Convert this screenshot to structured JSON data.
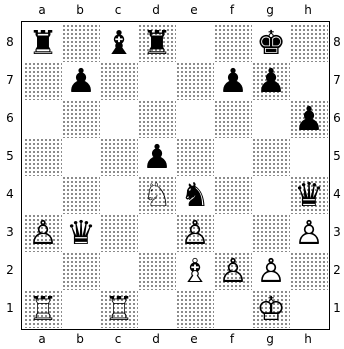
{
  "files": [
    "a",
    "b",
    "c",
    "d",
    "e",
    "f",
    "g",
    "h"
  ],
  "ranks": [
    "8",
    "7",
    "6",
    "5",
    "4",
    "3",
    "2",
    "1"
  ],
  "position": [
    {
      "square": "a8",
      "piece": "black-rook",
      "glyph": "♜"
    },
    {
      "square": "c8",
      "piece": "black-bishop",
      "glyph": "♝"
    },
    {
      "square": "d8",
      "piece": "black-rook",
      "glyph": "♜"
    },
    {
      "square": "g8",
      "piece": "black-king",
      "glyph": "♚"
    },
    {
      "square": "b7",
      "piece": "black-pawn",
      "glyph": "♟"
    },
    {
      "square": "f7",
      "piece": "black-pawn",
      "glyph": "♟"
    },
    {
      "square": "g7",
      "piece": "black-pawn",
      "glyph": "♟"
    },
    {
      "square": "h6",
      "piece": "black-pawn",
      "glyph": "♟"
    },
    {
      "square": "d5",
      "piece": "black-pawn",
      "glyph": "♟"
    },
    {
      "square": "d4",
      "piece": "white-knight",
      "glyph": "♘"
    },
    {
      "square": "e4",
      "piece": "black-knight",
      "glyph": "♞"
    },
    {
      "square": "h4",
      "piece": "black-queen",
      "glyph": "♛"
    },
    {
      "square": "a3",
      "piece": "white-pawn",
      "glyph": "♙"
    },
    {
      "square": "b3",
      "piece": "black-queen",
      "glyph": "♛"
    },
    {
      "square": "e3",
      "piece": "white-pawn",
      "glyph": "♙"
    },
    {
      "square": "h3",
      "piece": "white-pawn",
      "glyph": "♙"
    },
    {
      "square": "e2",
      "piece": "white-bishop",
      "glyph": "♗"
    },
    {
      "square": "f2",
      "piece": "white-pawn",
      "glyph": "♙"
    },
    {
      "square": "g2",
      "piece": "white-pawn",
      "glyph": "♙"
    },
    {
      "square": "a1",
      "piece": "white-rook",
      "glyph": "♖"
    },
    {
      "square": "c1",
      "piece": "white-rook",
      "glyph": "♖"
    },
    {
      "square": "g1",
      "piece": "white-king",
      "glyph": "♔"
    }
  ],
  "colors": {
    "light": "#ffffff",
    "dark_stipple": "#6b6b6b",
    "border": "#000000"
  }
}
